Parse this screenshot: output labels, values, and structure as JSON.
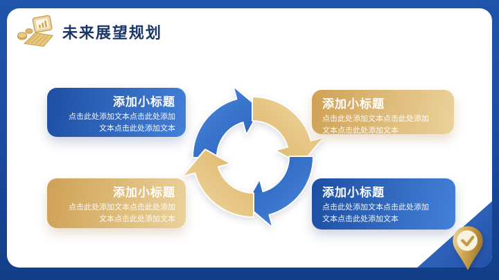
{
  "slide": {
    "title": "未来展望规划"
  },
  "boxes": [
    {
      "position": "top-left",
      "style": "blue",
      "title": "添加小标题",
      "body": "点击此处添加文本点击此处添加文本点击此处添加文本"
    },
    {
      "position": "top-right",
      "style": "gold",
      "title": "添加小标题",
      "body": "点击此处添加文本点击此处添加文本点击此处添加文本"
    },
    {
      "position": "bottom-left",
      "style": "gold",
      "title": "添加小标题",
      "body": "点击此处添加文本点击此处添加文本点击此处添加文本"
    },
    {
      "position": "bottom-right",
      "style": "blue",
      "title": "添加小标题",
      "body": "点击此处添加文本点击此处添加文本点击此处添加文本"
    }
  ],
  "diagram": {
    "type": "cycle",
    "direction": "clockwise",
    "segments": [
      {
        "name": "cycle-arrow-top-left",
        "color": "#2a63c8"
      },
      {
        "name": "cycle-arrow-top-right",
        "color": "#e2ba6d"
      },
      {
        "name": "cycle-arrow-bottom-right",
        "color": "#2a63c8"
      },
      {
        "name": "cycle-arrow-bottom-left",
        "color": "#e2ba6d"
      }
    ]
  },
  "icons": {
    "header": "laptop-coins-icon",
    "corner": "location-pin-check-icon"
  },
  "colors": {
    "frame_blue": "#1e52a8",
    "box_blue": "#1d4fa3",
    "box_gold": "#cfa155",
    "arrow_blue": "#2a63c8",
    "arrow_gold": "#e2ba6d",
    "title_navy": "#1b3668",
    "corner_triangle": "#2e63c0",
    "pin_gold": "#cfa750"
  }
}
